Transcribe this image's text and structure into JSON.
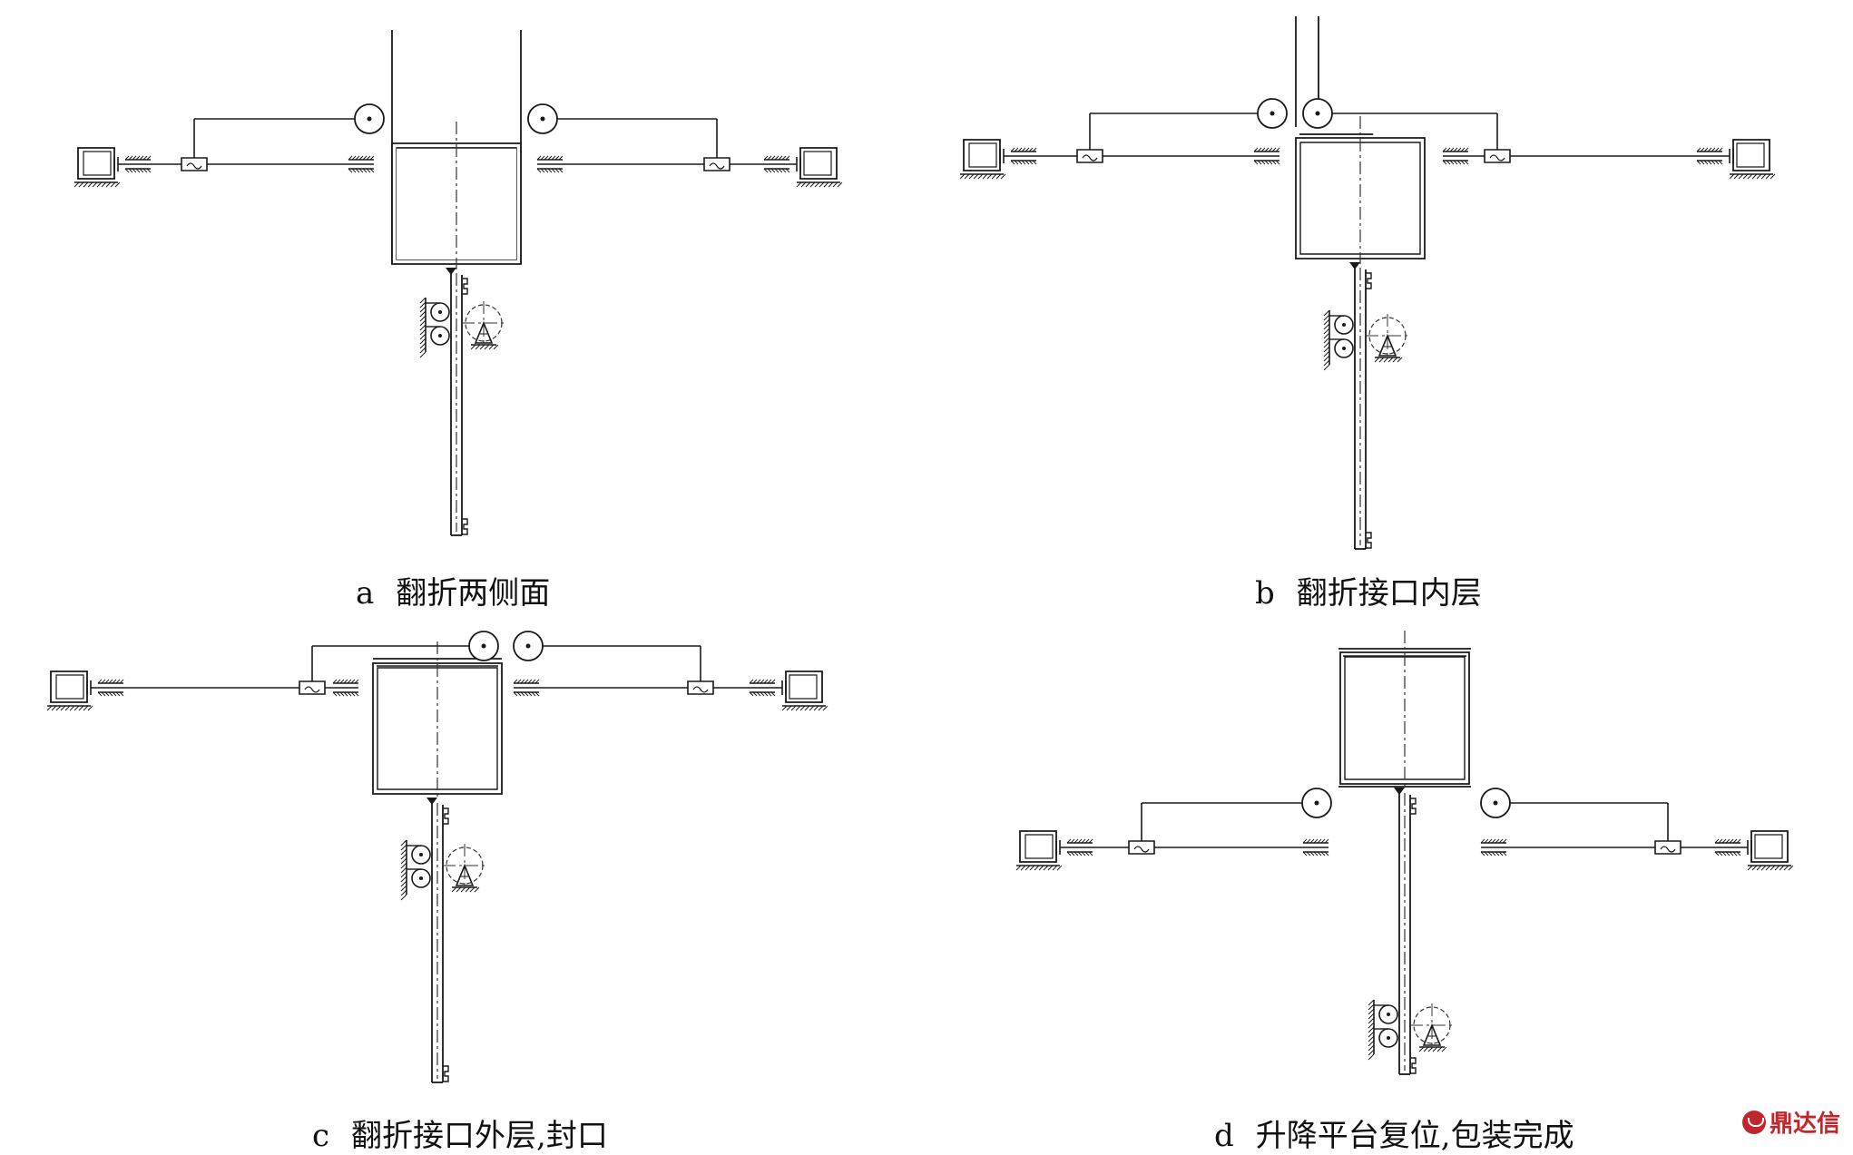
{
  "panels": [
    {
      "id": "a",
      "letter": "a",
      "caption": "翻折两侧面",
      "stage": "side-fold"
    },
    {
      "id": "b",
      "letter": "b",
      "caption": "翻折接口内层",
      "stage": "inner-fold"
    },
    {
      "id": "c",
      "letter": "c",
      "caption": "翻折接口外层,封口",
      "stage": "outer-fold"
    },
    {
      "id": "d",
      "letter": "d",
      "caption": "升降平台复位,包装完成",
      "stage": "reset"
    }
  ],
  "watermark": {
    "text": "鼎达信",
    "color": "#c0272d"
  },
  "colors": {
    "line": "#1a1a1a",
    "dash": "#333333",
    "hatch": "#555555"
  }
}
